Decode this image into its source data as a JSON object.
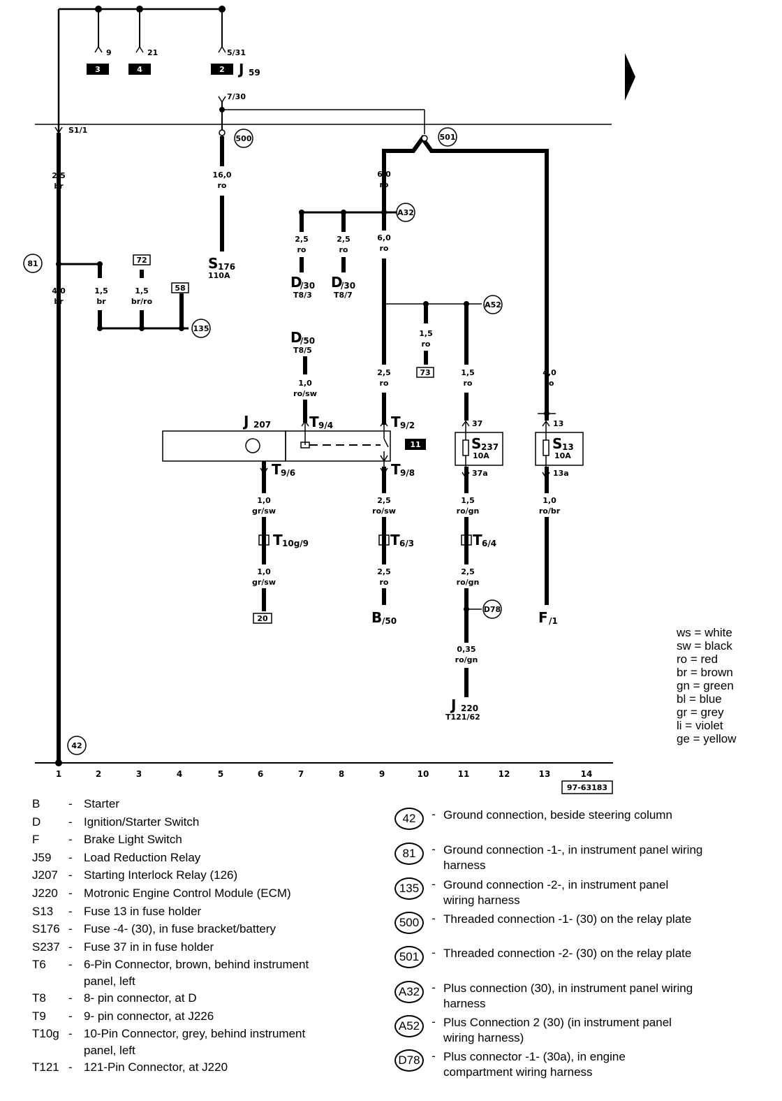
{
  "diagram": {
    "relay_j59": {
      "label": "J",
      "sub": "59",
      "contacts": [
        {
          "pin": "9",
          "box": "3"
        },
        {
          "pin": "21",
          "box": "4"
        },
        {
          "pin": "5/31",
          "box": "2"
        }
      ],
      "pin_7_30": "7/30"
    },
    "ground_s1": "S1/1",
    "grounds": {
      "g500": "500",
      "g501": "501",
      "g81": "81",
      "g135": "135",
      "g42": "42",
      "a32": "A32",
      "a52": "A52",
      "d78": "D78"
    },
    "wires": {
      "w1_top": [
        "2,5",
        "br"
      ],
      "w1_low": [
        "4,0",
        "br"
      ],
      "w2": [
        "1,5",
        "br"
      ],
      "w3": [
        "1,5",
        "br/ro"
      ],
      "w5": [
        "16,0",
        "ro"
      ],
      "w7a": [
        "2,5",
        "ro"
      ],
      "w8a": [
        "2,5",
        "ro"
      ],
      "w9_top": [
        "6,0",
        "ro"
      ],
      "w9_mid": [
        "6,0",
        "ro"
      ],
      "w9_low": [
        "2,5",
        "ro"
      ],
      "w10": [
        "1,5",
        "ro"
      ],
      "w11_top": [
        "1,5",
        "ro"
      ],
      "w13": [
        "4,0",
        "ro"
      ],
      "w7_d50": [
        "1,0",
        "ro/sw"
      ],
      "w6_a": [
        "1,0",
        "gr/sw"
      ],
      "w6_b": [
        "1,0",
        "gr/sw"
      ],
      "w9_a": [
        "2,5",
        "ro/sw"
      ],
      "w9_b": [
        "2,5",
        "ro"
      ],
      "w11_a": [
        "1,5",
        "ro/gn"
      ],
      "w11_b": [
        "2,5",
        "ro/gn"
      ],
      "w11_c": [
        "0,35",
        "ro/gn"
      ],
      "w13_a": [
        "1,0",
        "ro/br"
      ]
    },
    "boxes": {
      "b72": "72",
      "b58": "58",
      "b73": "73",
      "b20": "20",
      "b11": "11"
    },
    "components": {
      "s176": {
        "label": "S",
        "sub": "176",
        "rating": "110A"
      },
      "d30a": {
        "label": "D",
        "sub": "/30",
        "pin": "T8/3"
      },
      "d30b": {
        "label": "D",
        "sub": "/30",
        "pin": "T8/7"
      },
      "d50": {
        "label": "D",
        "sub": "/50",
        "pin": "T8/5"
      },
      "j207": {
        "label": "J",
        "sub": "207"
      },
      "t9_4": {
        "label": "T",
        "sub": "9/4"
      },
      "t9_2": {
        "label": "T",
        "sub": "9/2"
      },
      "t9_6": {
        "label": "T",
        "sub": "9/6"
      },
      "t9_8": {
        "label": "T",
        "sub": "9/8"
      },
      "s237": {
        "label": "S",
        "sub": "237",
        "rating": "10A",
        "pin_in": "37",
        "pin_out": "37a"
      },
      "s13": {
        "label": "S",
        "sub": "13",
        "rating": "10A",
        "pin_in": "13",
        "pin_out": "13a"
      },
      "t10g": {
        "label": "T",
        "sub": "10g/9"
      },
      "t6_3": {
        "label": "T",
        "sub": "6/3"
      },
      "t6_4": {
        "label": "T",
        "sub": "6/4"
      },
      "b50": {
        "label": "B",
        "sub": "/50"
      },
      "f1": {
        "label": "F",
        "sub": "/1"
      },
      "j220": {
        "label": "J",
        "sub": "220",
        "pin": "T121/62"
      }
    },
    "columns": [
      "1",
      "2",
      "3",
      "4",
      "5",
      "6",
      "7",
      "8",
      "9",
      "10",
      "11",
      "12",
      "13",
      "14"
    ],
    "ref_code": "97-63183"
  },
  "color_key": [
    {
      "code": "ws",
      "name": "white"
    },
    {
      "code": "sw",
      "name": "black"
    },
    {
      "code": "ro",
      "name": "red"
    },
    {
      "code": "br",
      "name": "brown"
    },
    {
      "code": "gn",
      "name": "green"
    },
    {
      "code": "bl",
      "name": "blue"
    },
    {
      "code": "gr",
      "name": "grey"
    },
    {
      "code": "li",
      "name": "violet"
    },
    {
      "code": "ge",
      "name": "yellow"
    }
  ],
  "legend": [
    {
      "code": "B",
      "desc": "Starter"
    },
    {
      "code": "D",
      "desc": "Ignition/Starter Switch"
    },
    {
      "code": "F",
      "desc": "Brake Light Switch"
    },
    {
      "code": "J59",
      "desc": "Load Reduction Relay"
    },
    {
      "code": "J207",
      "desc": "Starting Interlock Relay (126)"
    },
    {
      "code": "J220",
      "desc": "Motronic Engine Control Module (ECM)"
    },
    {
      "code": "S13",
      "desc": "Fuse 13 in fuse holder"
    },
    {
      "code": "S176",
      "desc": "Fuse -4- (30), in fuse bracket/battery"
    },
    {
      "code": "S237",
      "desc": "Fuse 37 in in fuse holder"
    },
    {
      "code": "T6",
      "desc": "6-Pin Connector, brown, behind instrument",
      "cont": "panel, left"
    },
    {
      "code": "T8",
      "desc": "8- pin connector, at D"
    },
    {
      "code": "T9",
      "desc": "9- pin connector, at J226"
    },
    {
      "code": "T10g",
      "desc": "10-Pin Connector, grey, behind instrument",
      "cont": "panel, left"
    },
    {
      "code": "T121",
      "desc": "121-Pin Connector, at J220"
    }
  ],
  "ground_legend": [
    {
      "code": "42",
      "desc": "Ground connection, beside steering column"
    },
    {
      "code": "81",
      "desc": "Ground connection -1-, in instrument panel wiring",
      "cont": "harness"
    },
    {
      "code": "135",
      "desc": "Ground connection -2-, in instrument panel",
      "cont": "wiring harness"
    },
    {
      "code": "500",
      "desc": "Threaded connection -1- (30) on the relay plate"
    },
    {
      "code": "501",
      "desc": "Threaded connection -2- (30) on the relay plate"
    },
    {
      "code": "A32",
      "desc": "Plus connection (30), in instrument panel wiring",
      "cont": "harness"
    },
    {
      "code": "A52",
      "desc": "Plus Connection 2 (30) (in instrument panel",
      "cont": "wiring harness)"
    },
    {
      "code": "D78",
      "desc": "Plus connector -1- (30a), in engine",
      "cont": "compartment  wiring harness"
    }
  ]
}
